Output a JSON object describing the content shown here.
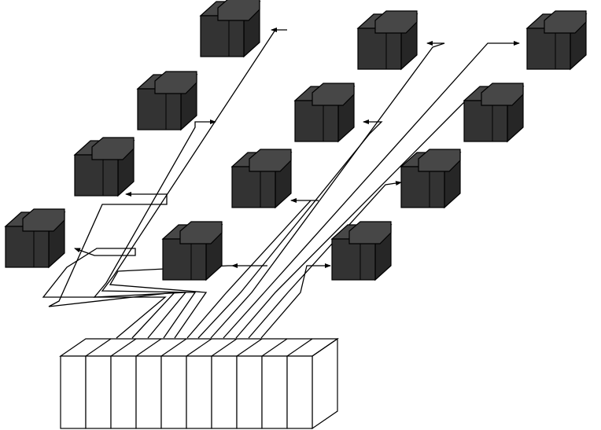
{
  "colors": {
    "background": "#ffffff",
    "unit_front": "#333333",
    "unit_top": "#474747",
    "unit_side": "#262626",
    "unit_edge": "#000000",
    "rack_fill": "#ffffff",
    "rack_stroke": "#000000",
    "wire": "#000000"
  },
  "diagram": {
    "rack": {
      "slot_count": 10
    },
    "device_units": {
      "count": 12
    },
    "connections": {
      "count": 12,
      "arrowheads": "at device end"
    }
  }
}
